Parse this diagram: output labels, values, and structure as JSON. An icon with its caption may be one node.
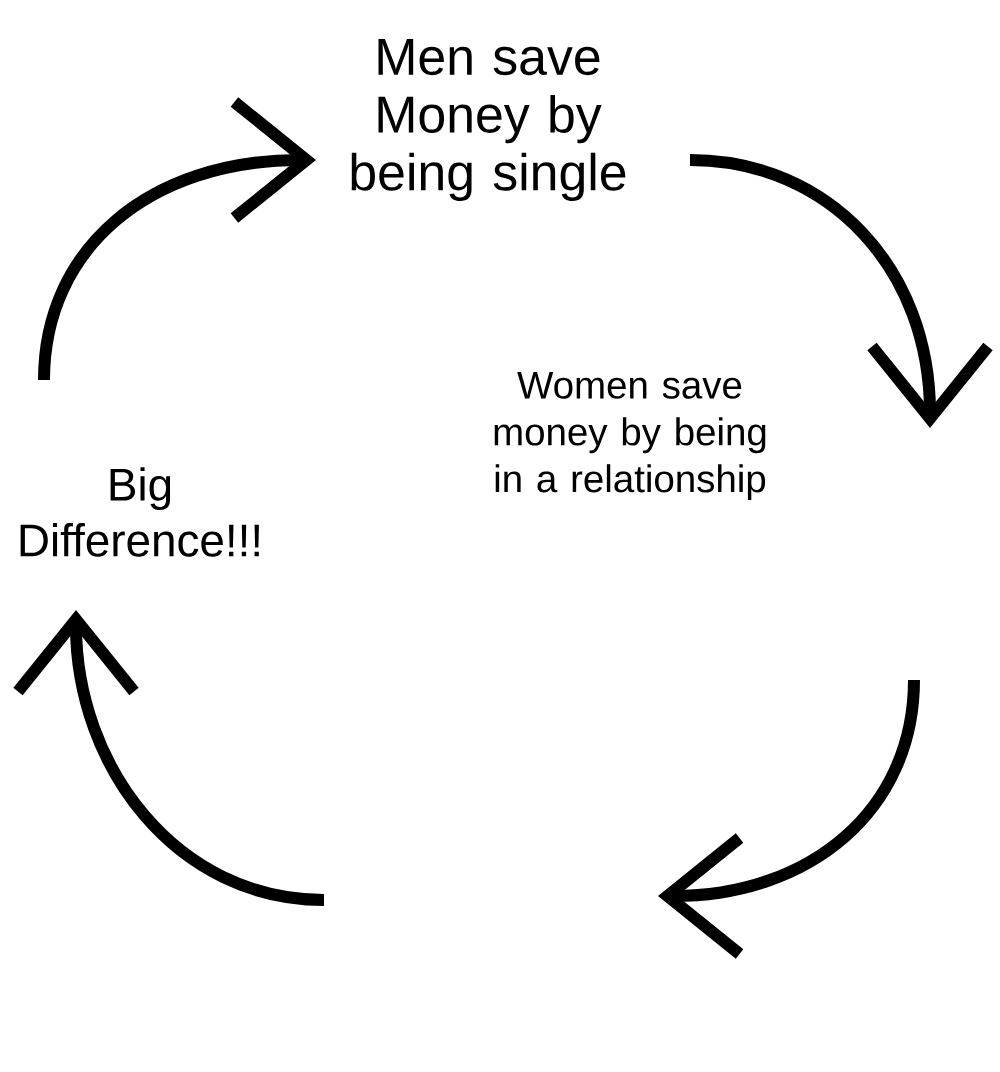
{
  "diagram": {
    "nodes": [
      {
        "text": [
          "Men save Money by being single"
        ]
      },
      {
        "text": [
          "Women save money by being in a relationship"
        ]
      },
      {
        "text": [
          "Big Difference!!!"
        ]
      }
    ],
    "edges": [
      {
        "from": 0,
        "to": 1,
        "arrow": "to"
      },
      {
        "from": null,
        "to": 2,
        "arrow": "to"
      },
      {
        "from": 2,
        "to": 0,
        "arrow": "to"
      }
    ]
  }
}
